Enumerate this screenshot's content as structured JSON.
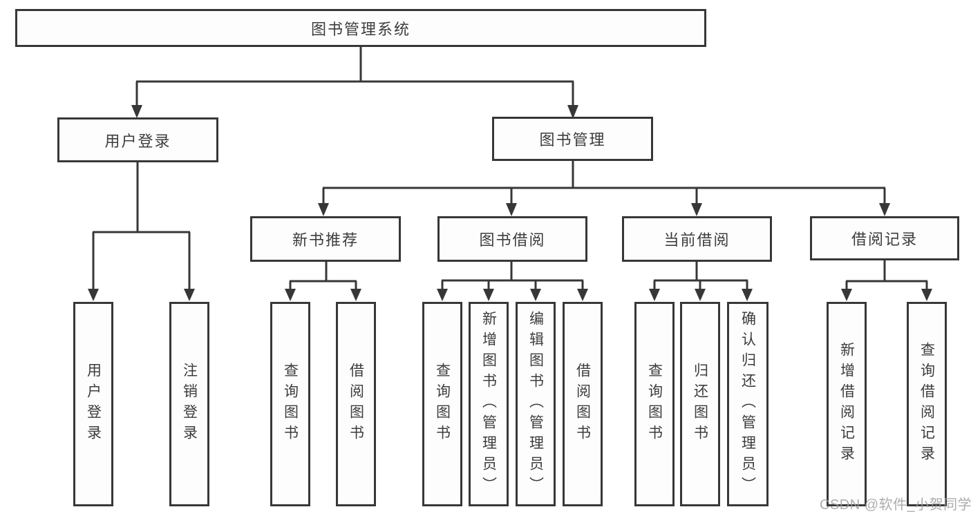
{
  "diagram": {
    "type": "tree",
    "root": {
      "label": "图书管理系统"
    },
    "level2": [
      {
        "label": "用户登录",
        "children": [
          {
            "label": "用户登录"
          },
          {
            "label": "注销登录"
          }
        ]
      },
      {
        "label": "图书管理",
        "children": [
          {
            "label": "新书推荐",
            "children": [
              {
                "label": "查询图书"
              },
              {
                "label": "借阅图书"
              }
            ]
          },
          {
            "label": "图书借阅",
            "children": [
              {
                "label": "查询图书"
              },
              {
                "label": "新增图书（管理员）"
              },
              {
                "label": "编辑图书（管理员）"
              },
              {
                "label": "借阅图书"
              }
            ]
          },
          {
            "label": "当前借阅",
            "children": [
              {
                "label": "查询图书"
              },
              {
                "label": "归还图书"
              },
              {
                "label": "确认归还（管理员）"
              }
            ]
          },
          {
            "label": "借阅记录",
            "children": [
              {
                "label": "新增借阅记录"
              },
              {
                "label": "查询借阅记录"
              }
            ]
          }
        ]
      }
    ],
    "watermark": "CSDN @软件_小贺同学",
    "colors": {
      "line": "#373737",
      "box_border": "#373737",
      "box_fill": "#fdfdfd",
      "text": "#3c3c3c",
      "watermark": "#9e9e9e",
      "background": "#ffffff"
    }
  }
}
